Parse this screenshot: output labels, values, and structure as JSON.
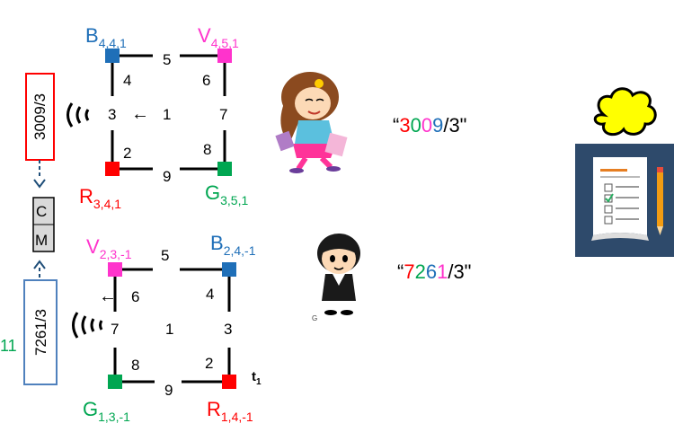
{
  "top_grid": {
    "nodes": {
      "B": {
        "base": "B",
        "sub": "4,4,1",
        "color": "#1f6fb8"
      },
      "V": {
        "base": "V",
        "sub": "4,5,1",
        "color": "#ff33cc"
      },
      "R": {
        "base": "R",
        "sub": "3,4,1",
        "color": "#ff0000"
      },
      "G": {
        "base": "G",
        "sub": "3,5,1",
        "color": "#00a651"
      }
    },
    "edge_labels": [
      "5",
      "4",
      "6",
      "3",
      "1",
      "7",
      "2",
      "8",
      "9"
    ],
    "arrow": "←"
  },
  "bottom_grid": {
    "nodes": {
      "V": {
        "base": "V",
        "sub": "2,3,-1",
        "color": "#ff33cc"
      },
      "B": {
        "base": "B",
        "sub": "2,4,-1",
        "color": "#1f6fb8"
      },
      "G": {
        "base": "G",
        "sub": "1,3,-1",
        "color": "#00a651"
      },
      "R": {
        "base": "R",
        "sub": "1,4,-1",
        "color": "#ff0000"
      }
    },
    "edge_labels": [
      "5",
      "6",
      "4",
      "7",
      "1",
      "3",
      "8",
      "2",
      "9"
    ],
    "arrow": "←",
    "t_label": {
      "base": "t",
      "sub": "1"
    }
  },
  "boxes": {
    "top_code": "3009/3",
    "bottom_code": "7261/3",
    "cm_top": "C",
    "cm_bottom": "M",
    "left_fragment": "11"
  },
  "quotes": {
    "top": [
      {
        "text": "“",
        "color": "#000000"
      },
      {
        "text": "3",
        "color": "#ff0000"
      },
      {
        "text": "0",
        "color": "#00a651"
      },
      {
        "text": "0",
        "color": "#ff33cc"
      },
      {
        "text": "9",
        "color": "#1f6fb8"
      },
      {
        "text": "/3\"",
        "color": "#000000"
      }
    ],
    "bottom": [
      {
        "text": "“",
        "color": "#000000"
      },
      {
        "text": "7",
        "color": "#ff0000"
      },
      {
        "text": "2",
        "color": "#00a651"
      },
      {
        "text": "6",
        "color": "#1f6fb8"
      },
      {
        "text": "1",
        "color": "#ff33cc"
      },
      {
        "text": "/3\"",
        "color": "#000000"
      }
    ]
  },
  "boy_mark": "G",
  "icons": [
    "girl-figure-icon",
    "boy-figure-icon",
    "thought-cloud-icon",
    "checklist-icon",
    "pencil-icon",
    "wifi-signal-icon"
  ]
}
